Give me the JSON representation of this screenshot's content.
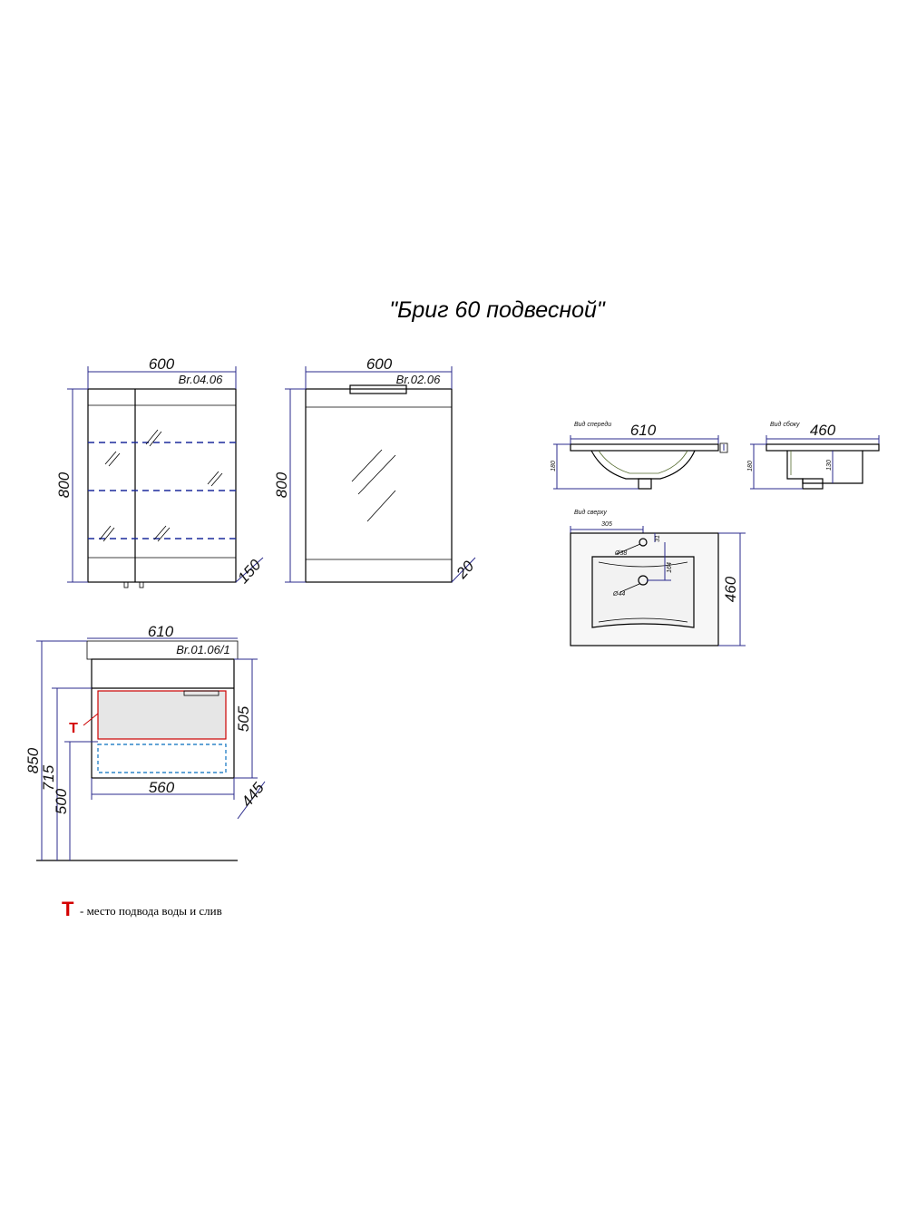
{
  "title": "\"Бриг 60 подвесной\"",
  "mirror_cabinet": {
    "code": "Br.04.06",
    "width": "600",
    "height": "800",
    "depth": "150"
  },
  "mirror": {
    "code": "Br.02.06",
    "width": "600",
    "height": "800",
    "depth": "20"
  },
  "vanity": {
    "code": "Br.01.06/1",
    "top_width": "610",
    "bottom_width": "560",
    "body_height": "505",
    "depth": "445",
    "total_height": "850",
    "height_mid": "715",
    "height_low": "500",
    "marker": "T"
  },
  "sink": {
    "front_label": "Вид спереди",
    "front_width": "610",
    "front_height": "180",
    "side_label": "Вид сбоку",
    "side_width": "460",
    "side_height_outer": "180",
    "side_height_inner": "130",
    "top_label": "Вид сверху",
    "top_offset": "305",
    "hole_small": "Ø38",
    "hole_large": "Ø44",
    "tap_dist": "31",
    "drain_dist": "164",
    "top_depth": "460"
  },
  "legend": {
    "marker": "T",
    "text": "- место подвода воды и слив"
  },
  "colors": {
    "dimension": "#2b2b8c",
    "shelf": "#1c2a9c",
    "marker": "#d40000",
    "drawer_fill": "#e6e6e6",
    "sink_fill": "#f2f2f2"
  }
}
